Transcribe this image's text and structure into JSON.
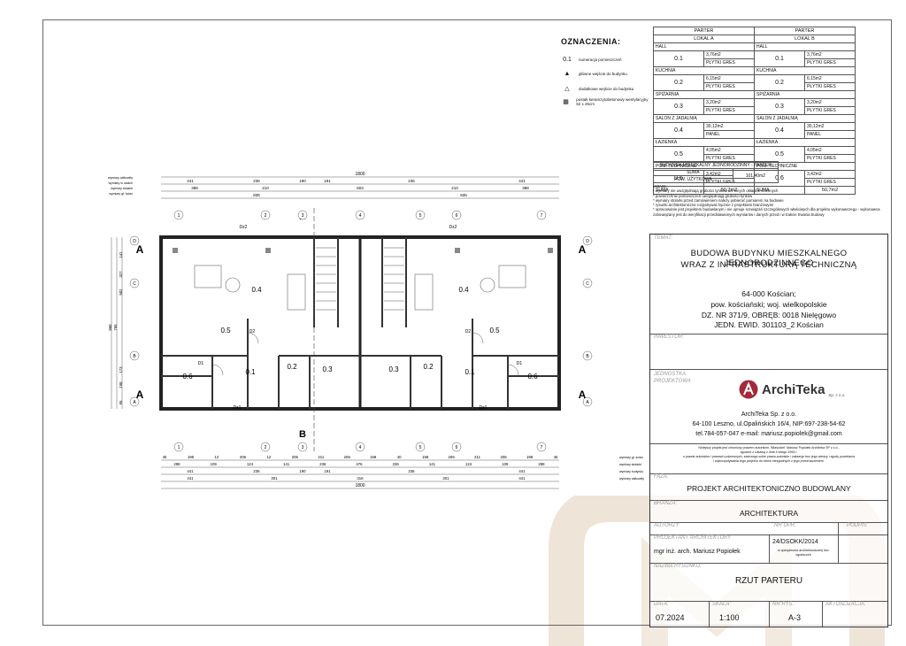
{
  "legend": {
    "title": "OZNACZENIA:",
    "items": [
      {
        "symbol": "0.1",
        "label": "numeracja pomieszczeń"
      },
      {
        "symbol": "▲",
        "label": "główne wejście do budynku"
      },
      {
        "symbol": "△",
        "label": "dodatkowe wejście do budynku"
      },
      {
        "symbol": "▦",
        "label": "pustak keramzytobetonowy wentylacyjny 52 x 25cm"
      }
    ]
  },
  "room_table": {
    "level": "PARTER",
    "lokal_a": "LOKAL A",
    "lokal_b": "LOKAL B",
    "rooms": [
      {
        "name": "HALL",
        "num": "0.1",
        "area": "3,76m2",
        "finish": "PŁYTKI GRES"
      },
      {
        "name": "KUCHNIA",
        "num": "0.2",
        "area": "6,15m2",
        "finish": "PŁYTKI GRES"
      },
      {
        "name": "SPIŻARNIA",
        "num": "0.3",
        "area": "3,20m2",
        "finish": "PŁYTKI GRES"
      },
      {
        "name": "SALON Z JADALNIĄ",
        "num": "0.4",
        "area": "30,12m2",
        "finish": "PANEL"
      },
      {
        "name": "ŁAZIENKA",
        "num": "0.5",
        "area": "4,05m2",
        "finish": "PŁYTKI GRES"
      },
      {
        "name": "POM. TECHNICZNE",
        "num": "0.6",
        "area": "3,42m2",
        "finish": "PŁYTKI GRES"
      }
    ],
    "suma_label": "SUMA",
    "suma_a": "50,7m2",
    "suma_b": "50,7m2"
  },
  "summary_table": {
    "title": "BUDYNEK MIESZKALNY JEDNORODZINNY - PARTER",
    "suma_label": "SUMA",
    "sub_label": "POW. UŻYTKOWA",
    "value": "101,40m2"
  },
  "notes": {
    "title": "UWAGI:",
    "lines": [
      "* wymiary nie uwzględniają grubości tynków ani innych okładzin ściennych",
      "* powierzchnie pomieszczeń uwzględniają grubości tynków",
      "* wymiary stolarki przed zamówieniem należy pobierać pomiarem na budowie",
      "* rysunki architektoniczne rozpatrywać łącznie z projektami branżowymi",
      "* opracowanie jest projektem budowlanym i nie ujmuje rozwiązań szczegółowych właściwych dla projektu wykonawczego - wykonawca zobowiązany jest do weryfikacji przedstawionych wymiarów i danych przed i w trakcie trwania budowy"
    ]
  },
  "title_block": {
    "temat_label": "TEMAT:",
    "project_title_1": "BUDOWA BUDYNKU MIESZKALNEGO JEDNORODZINNEGO",
    "project_title_2": "WRAZ Z INFRASTRUKTURĄ TECHNICZNĄ",
    "address": [
      "64-000 Kościan;",
      "pow. kościański; woj. wielkopolskie",
      "DZ. NR 371/9, OBRĘB: 0018 Nielęgowo",
      "JEDN. EWID. 301103_2 Kościan"
    ],
    "inwestor_label": "INWESTOR:",
    "jednostka_label": "JEDNOSTKA PROJEKTOWA",
    "company_logo": "ArchiTeka",
    "company_logo_sub": "Sp. z o.o.",
    "company_name": "ArchiTeka Sp. z o.o.",
    "company_address": "64-100 Leszno, ul.Opalińskich 16/4, NIP:697-238-54-62",
    "company_contact": "tel.784-057-047 e-mail: mariusz.popiolek@gmail.com",
    "copyright_lines": [
      "Niniejszy projekt jest chroniony prawem autorskim. Właściciel: Mariusz Popiołek Architeka SP z o.o.,",
      "zgodnie z Ustawą z dnia 4 lutego 1994 r.",
      "o prawie autorskim i prawach pokrewnych, zastrzega sobie prawa autorskie i zakazuje bez jego wiedzy i zgody powielania",
      "i wykorzystywania tego projektu do celów niezgodnych z jego przeznaczeniem."
    ],
    "faza_label": "FAZA:",
    "faza_value": "PROJEKT ARCHITEKTONICZNO BUDOWLANY",
    "branza_label": "BRANŻA:",
    "branza_value": "ARCHITEKTURA",
    "autorzy_label": "AUTORZY",
    "nr_upr_label": "NR UPR.",
    "podpis_label": "PODPIS",
    "projektant_label": "PROJEKTANT ARCHITEKTURY",
    "projektant_value": "mgr inż. arch. Mariusz Popiołek",
    "uprawnienia_value": "24/DSOKK/2014",
    "uprawnienia_sub": "w specjalności architektonicznej bez ograniczeń",
    "nazwa_label": "NAZWA RYSUNKU:",
    "nazwa_value": "RZUT PARTERU",
    "data_label": "DATA:",
    "data_value": "07.2024",
    "skala_label": "SKALA:",
    "skala_value": "1:100",
    "nr_rys_label": "NR RYS.:",
    "nr_rys_value": "A-3",
    "aktualizacja_label": "AKTUALIZACJA:"
  },
  "plan": {
    "section_marker": "B",
    "elev_left": "A",
    "elev_right": "A",
    "axis_labels": [
      "1",
      "2",
      "3",
      "4",
      "5",
      "6",
      "7"
    ],
    "axis_rows": [
      "D",
      "C",
      "B",
      "A"
    ],
    "rooms": [
      {
        "id": "0.4",
        "label": "0.4"
      },
      {
        "id": "0.5",
        "label": "0.5"
      },
      {
        "id": "0.6",
        "label": "0.6"
      },
      {
        "id": "0.1",
        "label": "0.1"
      },
      {
        "id": "0.2",
        "label": "0.2"
      },
      {
        "id": "0.3",
        "label": "0.3"
      },
      {
        "id": "0.3b",
        "label": "0.3"
      },
      {
        "id": "0.2b",
        "label": "0.2"
      },
      {
        "id": "0.1b",
        "label": "0.1"
      },
      {
        "id": "0.6b",
        "label": "0.6"
      },
      {
        "id": "0.5b",
        "label": "0.5"
      },
      {
        "id": "0.4b",
        "label": "0.4"
      }
    ],
    "door_labels": [
      "Dz2",
      "Dz2",
      "Dz1",
      "Dz1",
      "D1",
      "D2",
      "D1",
      "D2"
    ],
    "top_dim_total": "1800",
    "top_dims_row1": [
      "441",
      "236",
      "190",
      "191",
      "236",
      "441"
    ],
    "top_dims_row2": [
      "388",
      "210",
      "603",
      "210",
      "388"
    ],
    "top_dims_row3": [
      "835",
      "835"
    ],
    "bottom_dims_row1": [
      "45",
      "198",
      "12",
      "206",
      "12",
      "206",
      "211",
      "206",
      "158",
      "40",
      "158",
      "206",
      "211",
      "206",
      "198",
      "45"
    ],
    "bottom_dims_row2": [
      "288",
      "109",
      "124",
      "141",
      "236",
      "476",
      "236",
      "141",
      "124",
      "109",
      "288"
    ],
    "bottom_dims_row3": [
      "441",
      "236",
      "190",
      "191",
      "236",
      "441"
    ],
    "bottom_dims_row4": [
      "441",
      "301",
      "316",
      "301",
      "441"
    ],
    "bottom_dim_total": "1800",
    "left_dims": [
      "860",
      "765",
      "502",
      "327",
      "141",
      "173",
      "198",
      "95"
    ],
    "dim_labels_left": [
      "wymiary całkowity",
      "wymiary w osiach",
      "wymiary stolarki",
      "wymiary gł. ścian"
    ],
    "dim_labels_right": [
      "wymiary gł. ścian",
      "wymiary stolarki",
      "wymiary budynku",
      "wymiary całkowity"
    ]
  }
}
